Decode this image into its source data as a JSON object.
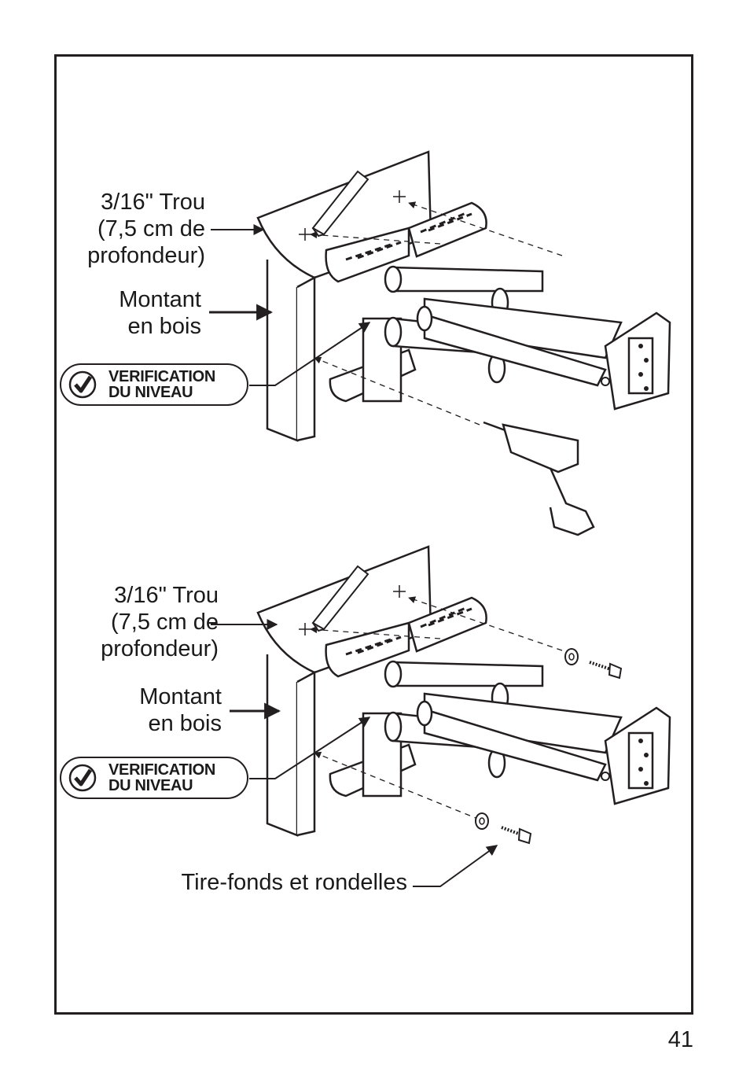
{
  "figures": [
    {
      "hole_label_lines": [
        "3/16\" Trou",
        "(7,5 cm de",
        "profondeur)"
      ],
      "stud_label_lines": [
        "Montant",
        "en bois"
      ],
      "level_check_lines": [
        "VERIFICATION",
        "DU NIVEAU"
      ],
      "icons": [
        "pencil-icon",
        "drill-icon",
        "checkmark-icon"
      ]
    },
    {
      "hole_label_lines": [
        "3/16\" Trou",
        "(7,5 cm de",
        "profondeur)"
      ],
      "stud_label_lines": [
        "Montant",
        "en bois"
      ],
      "level_check_lines": [
        "VERIFICATION",
        "DU NIVEAU"
      ],
      "fastener_label": "Tire-fonds et rondelles",
      "icons": [
        "pencil-icon",
        "lag-bolt-icon",
        "washer-icon",
        "checkmark-icon"
      ]
    }
  ],
  "page_number": "41",
  "colors": {
    "ink": "#231f20",
    "paper": "#ffffff"
  }
}
